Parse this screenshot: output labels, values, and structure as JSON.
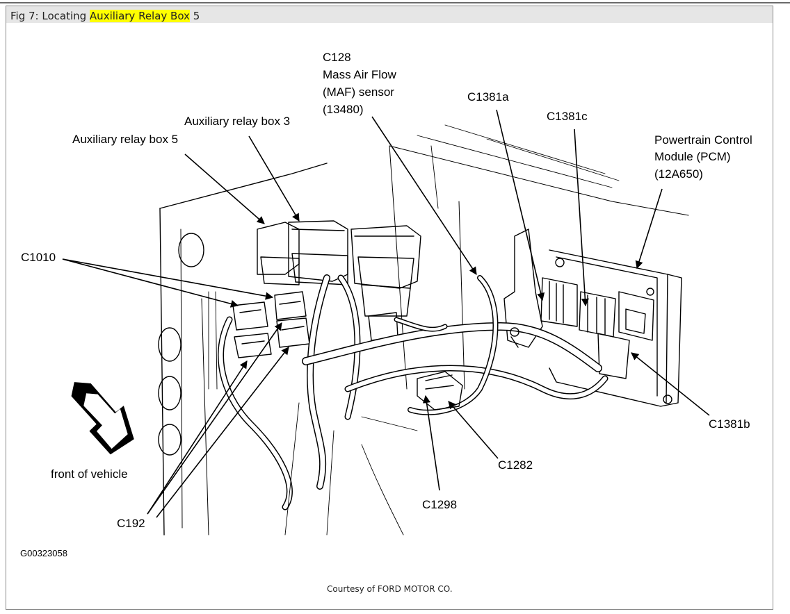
{
  "caption": {
    "prefix": "Fig 7: Locating ",
    "highlight": "Auxiliary Relay Box",
    "suffix": " 5"
  },
  "labels": {
    "c128": "C128",
    "maf_line1": "Mass Air Flow",
    "maf_line2": "(MAF) sensor",
    "maf_line3": "(13480)",
    "c1381a": "C1381a",
    "c1381c": "C1381c",
    "pcm_line1": "Powertrain Control",
    "pcm_line2": "Module (PCM)",
    "pcm_line3": "(12A650)",
    "aux3": "Auxiliary relay box 3",
    "aux5": "Auxiliary relay box 5",
    "c1010": "C1010",
    "front": "front of vehicle",
    "c192": "C192",
    "c1381b": "C1381b",
    "c1282": "C1282",
    "c1298": "C1298",
    "code": "G00323058"
  },
  "courtesy": "Courtesy of FORD MOTOR CO.",
  "colors": {
    "highlight": "#ffff00",
    "frame": "#8a8a8a",
    "ink": "#000000"
  }
}
